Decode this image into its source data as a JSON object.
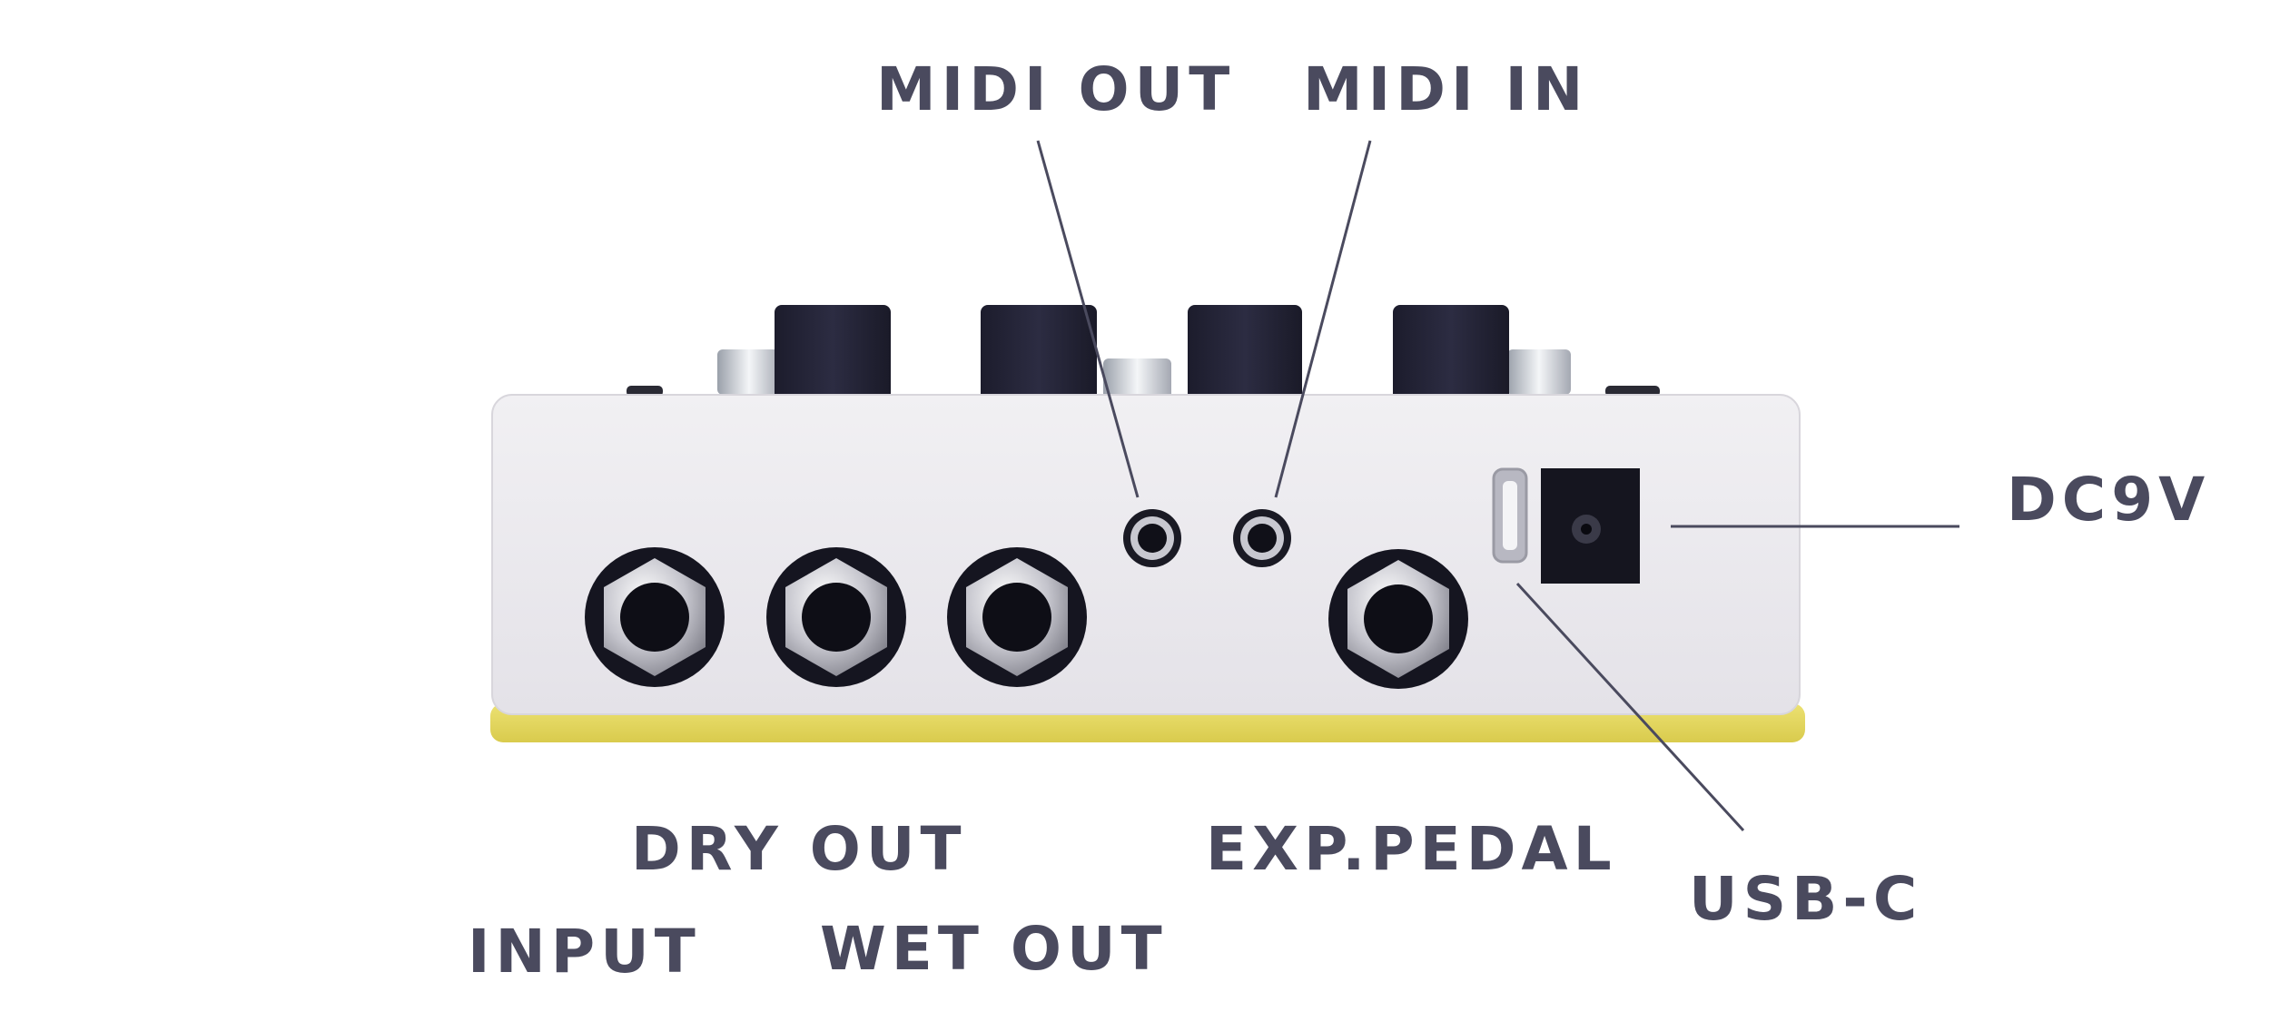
{
  "labels": {
    "midi_out": "MIDI OUT",
    "midi_in": "MIDI IN",
    "dc9v": "DC9V",
    "dry_out": "DRY OUT",
    "exp_pedal": "EXP.PEDAL",
    "usb_c": "USB-C",
    "input": "INPUT",
    "wet_out": "WET OUT"
  },
  "colors": {
    "label_text": "#4a4a5e",
    "leader_line": "#4a4a5e",
    "enclosure": "#e9e7ec",
    "base_plate": "#e3d65a",
    "knob": "#26263a",
    "jack_metal": "#c9c9cf"
  }
}
